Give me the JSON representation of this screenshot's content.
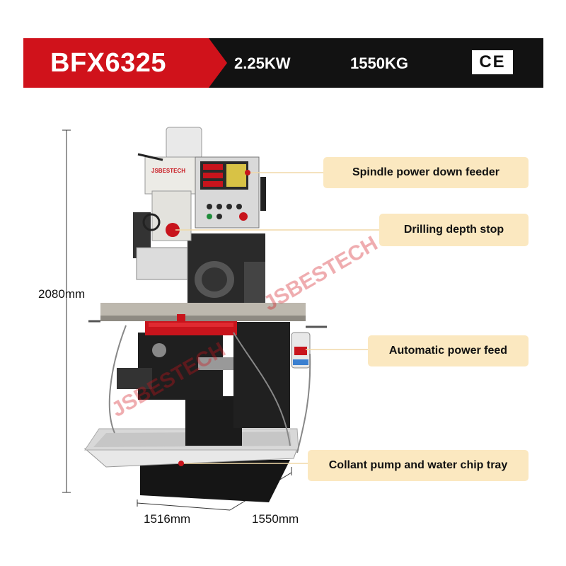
{
  "banner": {
    "model": "BFX6325",
    "power": "2.25KW",
    "weight": "1550KG",
    "certification": "CE"
  },
  "callouts": [
    {
      "label": "Spindle power down feeder"
    },
    {
      "label": "Drilling depth stop"
    },
    {
      "label": "Automatic power feed"
    },
    {
      "label": "Collant pump and water chip tray"
    }
  ],
  "dimensions": {
    "height": "2080mm",
    "width": "1516mm",
    "depth": "1550mm"
  },
  "display": {
    "brand_watermark": "JSBESTECH",
    "head_brand": "JSBESTECH"
  },
  "colors": {
    "banner_red": "#d0121b",
    "banner_dark": "#121212",
    "callout_bg": "#fbe8c0",
    "machine_red": "#c8141c",
    "callout_line": "#f0d9a8"
  }
}
